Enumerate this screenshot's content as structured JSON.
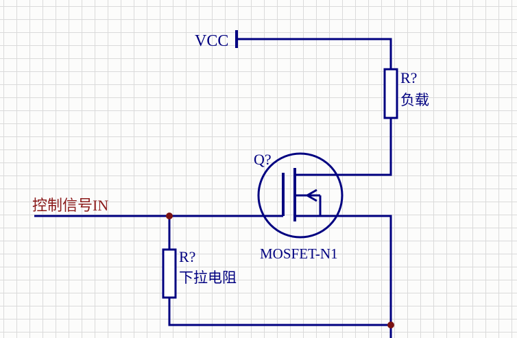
{
  "colors": {
    "wire": "#000080",
    "component_outline": "#000080",
    "label_text": "#000080",
    "signal_text": "#8B1A1A",
    "junction_dot": "#7A1212",
    "grid_line": "#DADADA",
    "background": "#FCFCFB"
  },
  "schematic": {
    "power_port": {
      "label": "VCC"
    },
    "load_resistor": {
      "ref": "R?",
      "value": "负载"
    },
    "mosfet": {
      "ref": "Q?",
      "name": "MOSFET-N1"
    },
    "input_signal": {
      "label": "控制信号IN"
    },
    "pulldown_resistor": {
      "ref": "R?",
      "value": "下拉电阻"
    }
  }
}
